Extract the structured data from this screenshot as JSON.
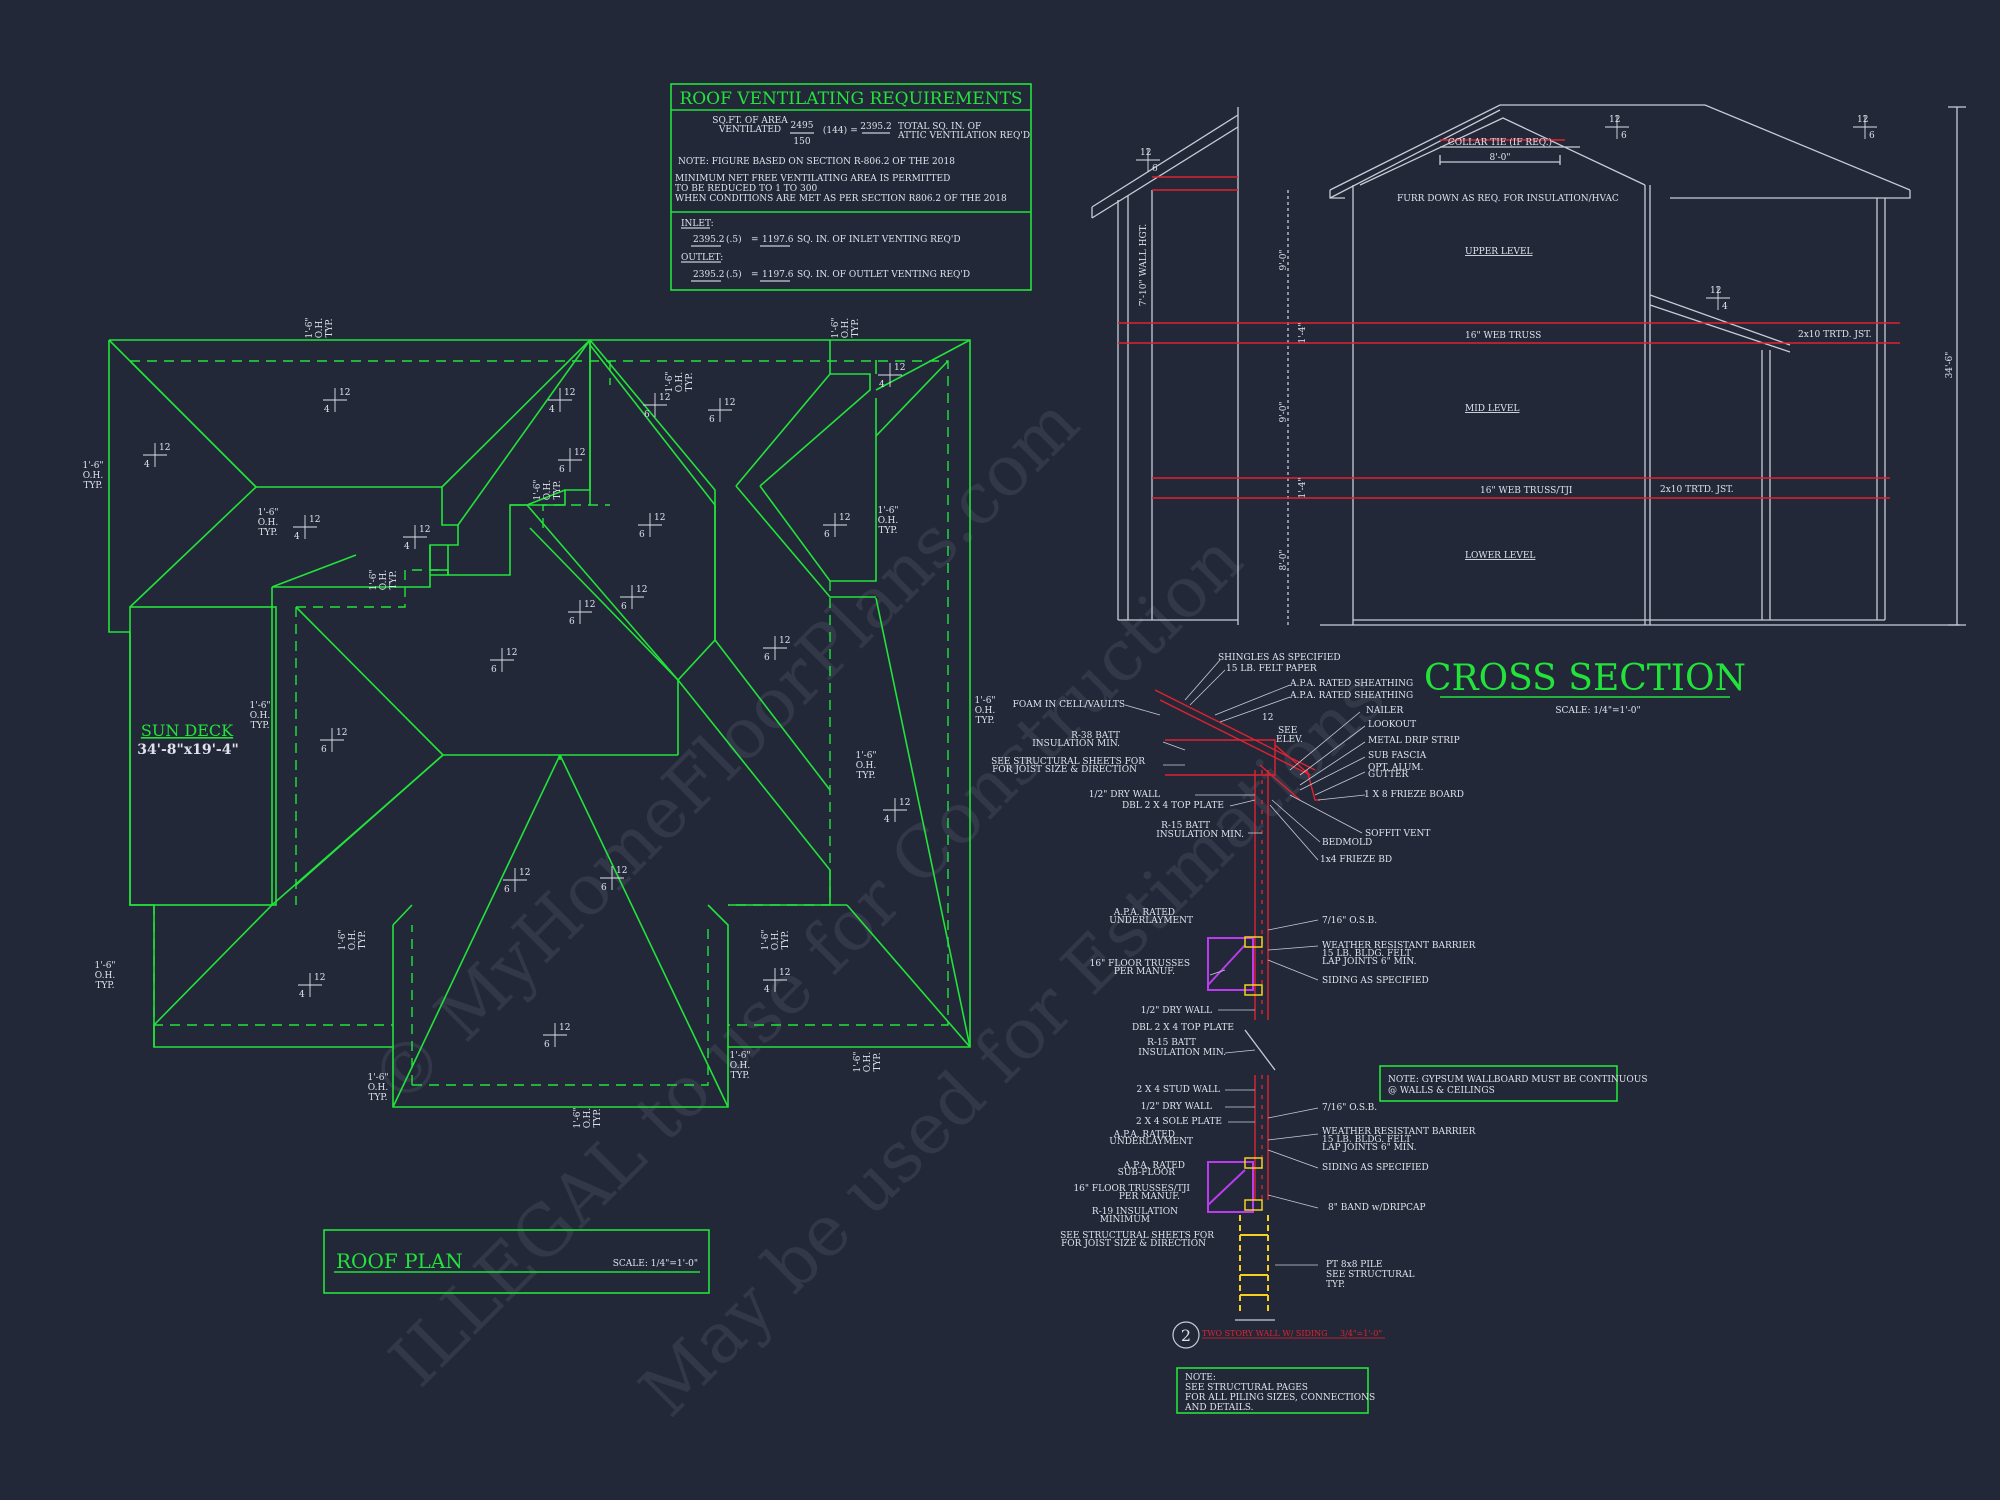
{
  "vent_box": {
    "title": "ROOF VENTILATING REQUIREMENTS",
    "sqft_label_1": "SQ.FT. OF AREA",
    "sqft_label_2": "VENTILATED",
    "area": "2495",
    "divisor": "150",
    "multiplier": "(144)",
    "equals": "=",
    "result": "2395.2",
    "total_label_1": "TOTAL SQ. IN. OF",
    "total_label_2": "ATTIC VENTILATION REQ'D",
    "note_1": "NOTE: FIGURE BASED ON SECTION R-806.2 OF THE 2018",
    "note_2": "MINIMUM NET FREE VENTILATING AREA IS PERMITTED",
    "note_3": "TO BE REDUCED TO 1 TO 300",
    "note_4": "WHEN CONDITIONS ARE MET AS PER SECTION R806.2 OF THE 2018",
    "inlet_label": "INLET:",
    "inlet_calc": "2395.2",
    "inlet_factor": "(.5)",
    "inlet_result": "1197.6",
    "inlet_text": "SQ. IN. OF INLET VENTING REQ'D",
    "outlet_label": "OUTLET:",
    "outlet_calc": "2395.2",
    "outlet_factor": "(.5)",
    "outlet_result": "1197.6",
    "outlet_text": "SQ. IN. OF OUTLET VENTING REQ'D"
  },
  "roof_plan": {
    "title": "ROOF PLAN",
    "scale": "SCALE: 1/4\"=1'-0\"",
    "sun_deck": "SUN DECK",
    "sun_deck_size": "34'-8\"x19'-4\"",
    "oh": [
      "1'-6\"",
      "O.H.",
      "TYP."
    ],
    "pitch_top": "12",
    "pitch_4": "4",
    "pitch_6": "6"
  },
  "cross_section": {
    "title": "CROSS SECTION",
    "scale": "SCALE: 1/4\"=1'-0\"",
    "furr": "FURR DOWN AS REQ. FOR INSULATION/HVAC",
    "upper": "UPPER LEVEL",
    "mid": "MID LEVEL",
    "lower": "LOWER LEVEL",
    "web_truss": "16\" WEB TRUSS",
    "web_truss_tji": "16\" WEB TRUSS/TJI",
    "trtd_1": "2x10 TRTD. JST.",
    "trtd_2": "2x10 TRTD. JST.",
    "collar": "COLLAR TIE (IF REQ.)",
    "dim_8": "8'-0\"",
    "dim_9a": "9'-0\"",
    "dim_1a": "1'-4\"",
    "dim_9b": "9'-0\"",
    "dim_1b": "1'-4\"",
    "dim_8b": "8'-0\"",
    "total_height": "34'-6\"",
    "wall_ht": "7'-10\" WALL HGT."
  },
  "wall_detail": {
    "labels_upper": [
      "SHINGLES AS SPECIFIED",
      "15 LB. FELT PAPER",
      "A.P.A. RATED SHEATHING",
      "A.P.A. RATED SHEATHING",
      "NAILER",
      "LOOKOUT",
      "METAL DRIP STRIP",
      "SUB FASCIA",
      "OPT. ALUM.",
      "GUTTER",
      "1 X 8  FRIEZE BOARD",
      "SOFFIT VENT",
      "BEDMOLD",
      "1x4 FRIEZE BD"
    ],
    "labels_left": [
      "FOAM IN CELL/VAULTS",
      "R-38 BATT",
      "INSULATION MIN.",
      "SEE STRUCTURAL SHEETS FOR",
      "FOR JOIST SIZE & DIRECTION",
      "1/2\" DRY WALL",
      "DBL 2 X 4 TOP PLATE",
      "R-15 BATT",
      "INSULATION MIN."
    ],
    "see_elev": [
      "SEE",
      "ELEV."
    ],
    "labels_mid_left": [
      "A.P.A. RATED",
      "UNDERLAYMENT",
      "16\" FLOOR TRUSSES",
      "PER MANUF.",
      "1/2\" DRY WALL",
      "DBL 2 X 4 TOP PLATE",
      "R-15 BATT",
      "INSULATION MIN."
    ],
    "labels_mid_right": [
      "7/16\" O.S.B.",
      "WEATHER RESISTANT BARRIER",
      "15 LB. BLDG. FELT",
      "LAP JOINTS 6\" MIN.",
      "SIDING AS SPECIFIED"
    ],
    "labels_low_left": [
      "2 X 4 STUD WALL",
      "1/2\" DRY WALL",
      "2 X 4 SOLE PLATE",
      "A.P.A. RATED",
      "UNDERLAYMENT",
      "A.P.A. RATED",
      "SUB-FLOOR",
      "16\" FLOOR TRUSSES/TJI",
      "PER MANUF.",
      "R-19 INSULATION",
      "MINIMUM",
      "SEE STRUCTURAL SHEETS FOR",
      "FOR JOIST SIZE & DIRECTION"
    ],
    "labels_low_right": [
      "7/16\" O.S.B.",
      "WEATHER RESISTANT BARRIER",
      "15 LB. BLDG. FELT",
      "LAP JOINTS 6\" MIN.",
      "SIDING AS SPECIFIED",
      "8\" BAND w/DRIPCAP",
      "PT 8x8 PILE",
      "SEE STRUCTURAL",
      "TYP."
    ],
    "gypsum_note_1": "NOTE: GYPSUM WALLBOARD MUST BE CONTINUOUS",
    "gypsum_note_2": "@ WALLS & CEILINGS",
    "detail_no": "2",
    "detail_title": "TWO STORY WALL W/ SIDING",
    "detail_scale": "3/4\"=1'-0\"",
    "bottom_note": [
      "NOTE:",
      "SEE STRUCTURAL PAGES",
      "FOR ALL PILING SIZES, CONNECTIONS",
      "AND DETAILS."
    ]
  },
  "watermark": {
    "line1": "© MyHomeFloorPlans.com",
    "line2": "ILLEGAL to use for Construction",
    "line3": "May be used for Estimations"
  },
  "colors": {
    "background": "#232839",
    "green": "#22e33a",
    "red": "#e0222f",
    "white": "#dfe2ea"
  }
}
